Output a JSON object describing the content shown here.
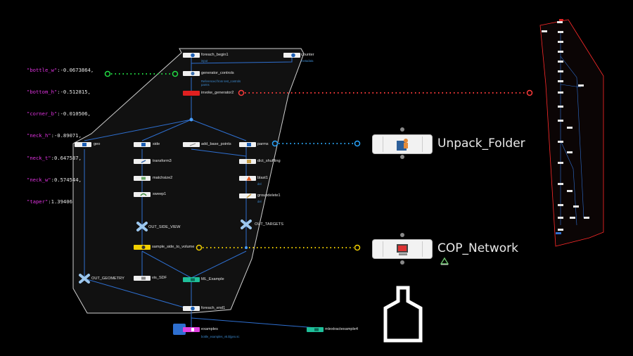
{
  "params": [
    {
      "key": "\"bottle_w\"",
      "value": ":-0.0673864,"
    },
    {
      "key": "\"bottom_h\"",
      "value": ":-0.512815,"
    },
    {
      "key": "\"corner_b\"",
      "value": ":-0.010506,"
    },
    {
      "key": "\"neck_h\"",
      "value": ":-0.89071,"
    },
    {
      "key": "\"neck_t\"",
      "value": ":0.647587,"
    },
    {
      "key": "\"neck_w\"",
      "value": ":0.574544,"
    },
    {
      "key": "\"taper\"",
      "value": ":1.39406"
    }
  ],
  "nodes": {
    "foreach_begin1": {
      "label": "foreach_begin1",
      "sub": "input"
    },
    "counter": {
      "label": "counter",
      "sub": "metadata"
    },
    "generator_controls": {
      "label": "generator_controls",
      "sub": "Referenced from test_controls",
      "sub2": "parms"
    },
    "invoke_generator2": {
      "label": "invoke_generator2"
    },
    "geo": {
      "label": "geo"
    },
    "side": {
      "label": "side"
    },
    "add_base_points": {
      "label": "add_base_points"
    },
    "parms": {
      "label": "parms"
    },
    "transform3": {
      "label": "transform3"
    },
    "dict_shuffling": {
      "label": "dict_shuffling"
    },
    "matchsize2": {
      "label": "matchsize2"
    },
    "blast1": {
      "label": "blast1",
      "sub": "del"
    },
    "sweep1": {
      "label": "sweep1"
    },
    "groupdelete1": {
      "label": "groupdelete1",
      "sub": "del"
    },
    "out_side_view": {
      "label": "OUT_SIDE_VIEW"
    },
    "out_targets": {
      "label": "OUT_TARGETS"
    },
    "sample_side_to_volume": {
      "label": "sample_side_to_volume"
    },
    "out_geometry": {
      "label": "OUT_GEOMETRY"
    },
    "vis_sdf": {
      "label": "vis_SDF"
    },
    "ml_example": {
      "label": "ML_Example"
    },
    "foreach_end1": {
      "label": "foreach_end1"
    },
    "examples": {
      "label": "examples",
      "sub": "bottle_examples_v5.$(geo.sc"
    },
    "mlextractexample4": {
      "label": "mlextractexample4"
    }
  },
  "hdas": {
    "unpack_folder": "Unpack_Folder",
    "cop_network": "COP_Network"
  },
  "colors": {
    "blue_wire": "#2e6fd0",
    "green_dot": "#22dd44",
    "red_dot": "#ff3b3b",
    "blue_dot": "#2aa6ff",
    "yellow_dot": "#f2d000",
    "node_red": "#e02020",
    "node_yellow": "#f2d000",
    "node_teal": "#1fbf9a",
    "node_pink": "#e040e0"
  }
}
